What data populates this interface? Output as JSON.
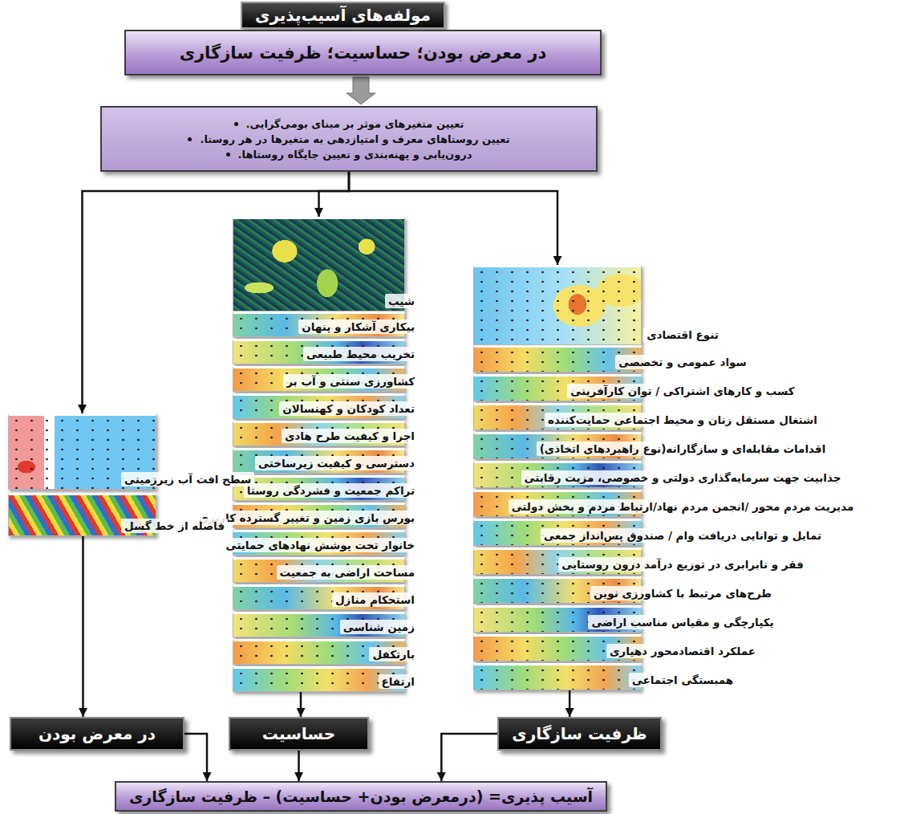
{
  "diagram": {
    "nodes": [
      {
        "text": [
          "مولفه‌های آسیب‌پذیری"
        ]
      },
      {
        "text": [
          "در معرض بودن؛ حساسیت؛ ظرفیت سازگاری"
        ]
      },
      {
        "text": [
          "تعیین متغیرهای موثر بر مبنای بومی‌گرایی.",
          "تعیین روستاهای معرف و امتیازدهی به متغیرها در هر روستا.",
          "درون‌یابی و پهنه‌بندی و تعیین جایگاه روستاها."
        ]
      },
      {
        "text": [
          "تنوع اقتصادی"
        ]
      },
      {
        "text": [
          "سواد عمومی و تخصصی"
        ]
      },
      {
        "text": [
          "کسب و کارهای اشتراکی / توان کارآفرینی"
        ]
      },
      {
        "text": [
          "اشتغال مستقل زنان و محیط اجتماعی حمایت‌کننده"
        ]
      },
      {
        "text": [
          "اقدامات مقابله‌ای و سازگارانه(نوع راهبردهای اتخاذی)"
        ]
      },
      {
        "text": [
          "جذابیت جهت سرمایه‌گذاری دولتی و خصوصی، مزیت رقابتی"
        ]
      },
      {
        "text": [
          "مدیریت مردم محور /انجمن مردم نهاد/ارتباط مردم و بخش دولتی"
        ]
      },
      {
        "text": [
          "تمایل و توانایی دریافت وام / صندوق پس‌انداز جمعی"
        ]
      },
      {
        "text": [
          "فقر و نابرابری در توزیع درآمد درون روستایی"
        ]
      },
      {
        "text": [
          "طرح‌های مرتبط با کشاورزی نوین"
        ]
      },
      {
        "text": [
          "یکپارچگی و مقیاس مناسب اراضی"
        ]
      },
      {
        "text": [
          "عملکرد اقتصادمحور دهیاری"
        ]
      },
      {
        "text": [
          "همبستگی اجتماعی"
        ]
      },
      {
        "text": [
          "شیب"
        ]
      },
      {
        "text": [
          "بیکاری آشکار و پنهان"
        ]
      },
      {
        "text": [
          "تخریب محیط طبیعی"
        ]
      },
      {
        "text": [
          "کشاورزی سنتی و آب بر"
        ]
      },
      {
        "text": [
          "تعداد کودکان و کهنسالان"
        ]
      },
      {
        "text": [
          "اجرا و کیفیت طرح هادی"
        ]
      },
      {
        "text": [
          "دسترسی و کیفیت زیرساختی"
        ]
      },
      {
        "text": [
          "تراکم جمعیت و فشردگی روستا"
        ]
      },
      {
        "text": [
          "بورس بازی زمین و تغییر گسترده کاربری"
        ]
      },
      {
        "text": [
          "خانوار تحت پوشش نهادهای حمایتی"
        ]
      },
      {
        "text": [
          "مساحت اراضی به جمعیت"
        ]
      },
      {
        "text": [
          "استحکام منازل"
        ]
      },
      {
        "text": [
          "زمین شناسی"
        ]
      },
      {
        "text": [
          "بارتکفل"
        ]
      },
      {
        "text": [
          "ارتفاع"
        ]
      },
      {
        "text": [
          "سطح افت آب زیرزمینی"
        ]
      },
      {
        "text": [
          "فاصله از خط گسل"
        ]
      },
      {
        "text": [
          "ظرفیت سازگاری"
        ]
      },
      {
        "text": [
          "حساسیت"
        ]
      },
      {
        "text": [
          "در معرض بودن"
        ]
      },
      {
        "text": [
          "آسیب پذیری= (درمعرض بودن+ حساسیت) – ظرفیت سازگاری"
        ]
      }
    ],
    "edges": [
      {
        "from": 1,
        "to": 2,
        "arrow": "to"
      },
      {
        "from": 2,
        "to": 3,
        "arrow": "to"
      },
      {
        "from": 2,
        "to": 16,
        "arrow": "to"
      },
      {
        "from": 2,
        "to": 31,
        "arrow": "to"
      },
      {
        "from": 15,
        "to": 33,
        "arrow": "to"
      },
      {
        "from": 30,
        "to": 34,
        "arrow": "to"
      },
      {
        "from": 32,
        "to": 35,
        "arrow": "to"
      },
      {
        "from": 35,
        "to": 36,
        "arrow": "to"
      },
      {
        "from": 34,
        "to": 36,
        "arrow": "to"
      },
      {
        "from": 33,
        "to": 36,
        "arrow": "to"
      }
    ]
  }
}
